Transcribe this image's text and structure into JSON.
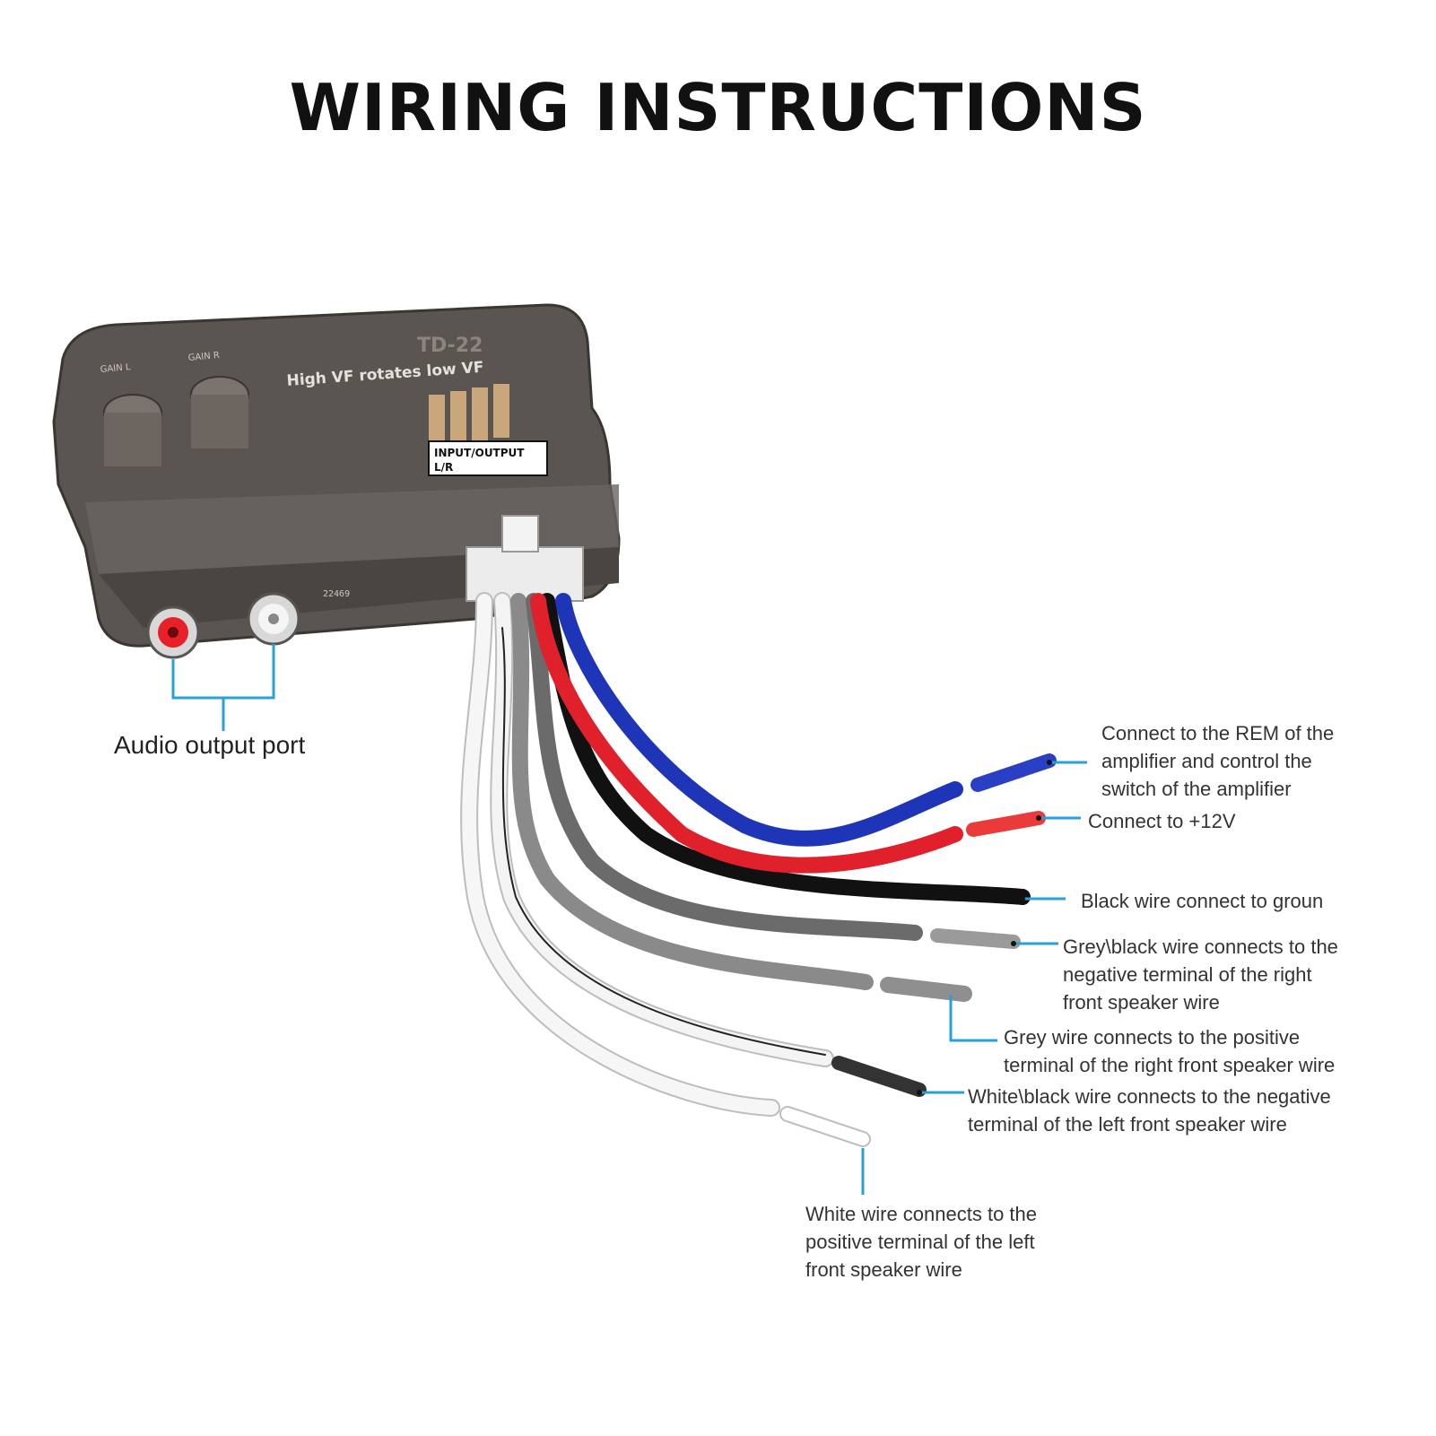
{
  "title": "WIRING INSTRUCTIONS",
  "device": {
    "model": "TD-22",
    "subtitle": "High VF rotates low VF",
    "gain_left": "GAIN L",
    "gain_right": "GAIN R",
    "io_label_line1": "INPUT/OUTPUT",
    "io_label_line2": "L/R",
    "pcb_code": "22469"
  },
  "callouts": {
    "audio_port": "Audio output port",
    "blue_wire": "Connect to the REM of the\namplifier and control the\nswitch of the amplifier",
    "red_wire": "Connect to +12V",
    "black_wire": "Black wire connect to groun",
    "grey_black_wire": "Grey\\black wire connects to the\nnegative terminal of the right\nfront speaker wire",
    "grey_wire": "Grey wire connects to the positive\nterminal of the right front speaker wire",
    "white_black_wire": "White\\black wire connects to the negative\nterminal of the left front speaker wire",
    "white_wire": "White wire connects to the\npositive terminal of the left\nfront speaker wire"
  },
  "colors": {
    "callout_line": "#2a9fd8",
    "wire_blue": "#1f35b8",
    "wire_red": "#e0202a",
    "wire_black": "#111111",
    "wire_grey": "#8a8a8a",
    "wire_white": "#f4f4f4"
  }
}
